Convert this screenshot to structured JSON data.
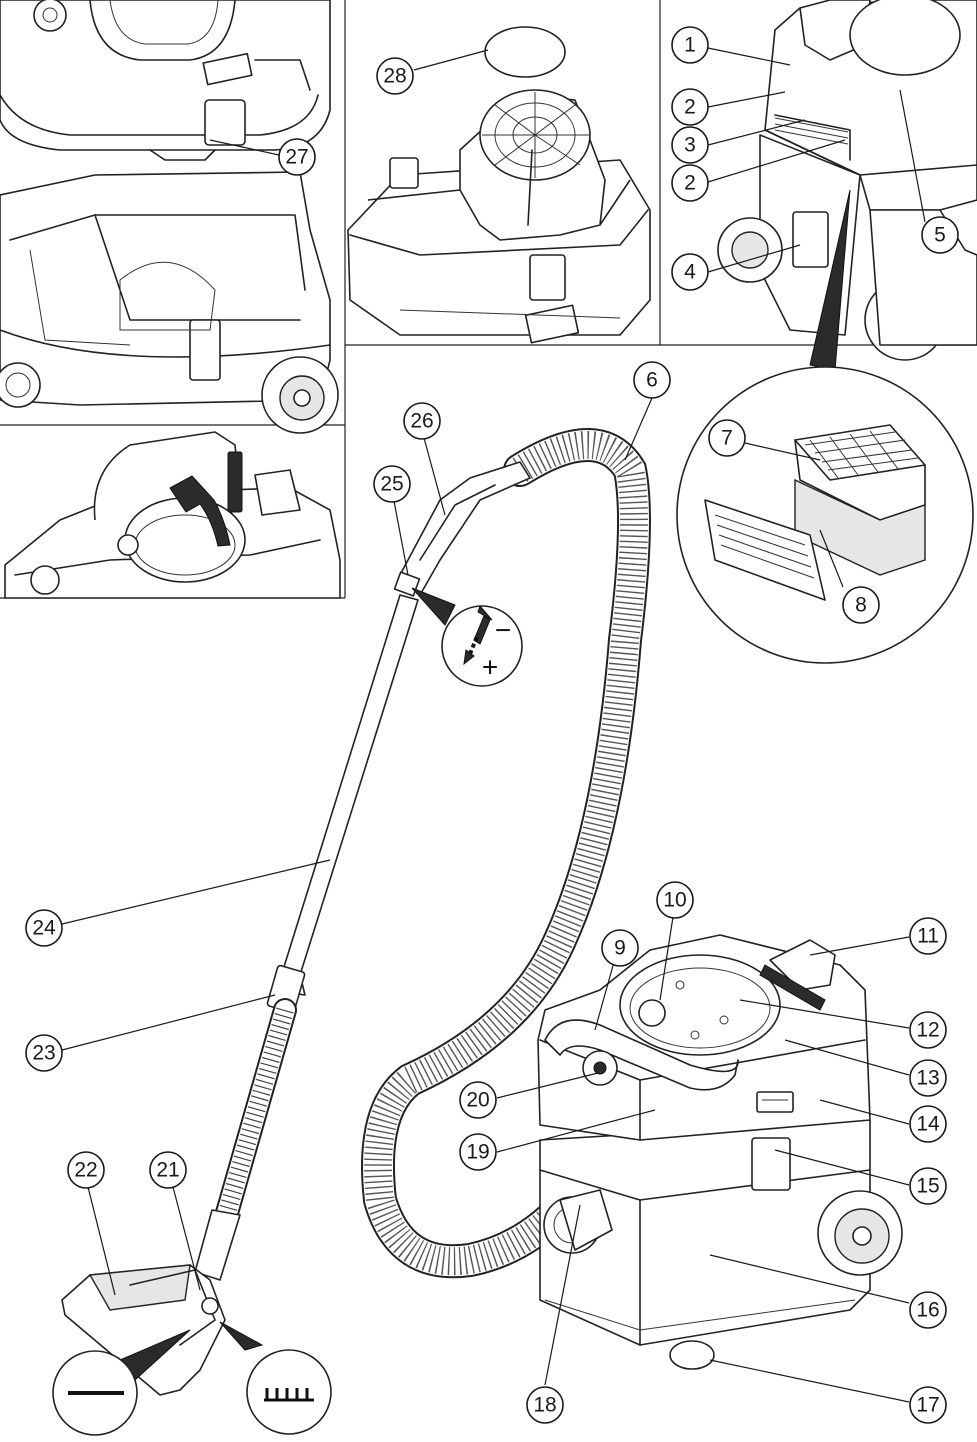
{
  "callouts": [
    {
      "id": "c1",
      "label": "1"
    },
    {
      "id": "c2a",
      "label": "2"
    },
    {
      "id": "c3",
      "label": "3"
    },
    {
      "id": "c2b",
      "label": "2"
    },
    {
      "id": "c4",
      "label": "4"
    },
    {
      "id": "c5",
      "label": "5"
    },
    {
      "id": "c6",
      "label": "6"
    },
    {
      "id": "c7",
      "label": "7"
    },
    {
      "id": "c8",
      "label": "8"
    },
    {
      "id": "c9",
      "label": "9"
    },
    {
      "id": "c10",
      "label": "10"
    },
    {
      "id": "c11",
      "label": "11"
    },
    {
      "id": "c12",
      "label": "12"
    },
    {
      "id": "c13",
      "label": "13"
    },
    {
      "id": "c14",
      "label": "14"
    },
    {
      "id": "c15",
      "label": "15"
    },
    {
      "id": "c16",
      "label": "16"
    },
    {
      "id": "c17",
      "label": "17"
    },
    {
      "id": "c18",
      "label": "18"
    },
    {
      "id": "c19",
      "label": "19"
    },
    {
      "id": "c20",
      "label": "20"
    },
    {
      "id": "c21",
      "label": "21"
    },
    {
      "id": "c22",
      "label": "22"
    },
    {
      "id": "c23",
      "label": "23"
    },
    {
      "id": "c24",
      "label": "24"
    },
    {
      "id": "c25",
      "label": "25"
    },
    {
      "id": "c26",
      "label": "26"
    },
    {
      "id": "c27",
      "label": "27"
    },
    {
      "id": "c28",
      "label": "28"
    }
  ],
  "airflow_symbol": {
    "minus": "−",
    "plus": "+"
  },
  "colors": {
    "line": "#1a1a1a",
    "background": "#ffffff",
    "fill_light": "#e6e6e6"
  }
}
